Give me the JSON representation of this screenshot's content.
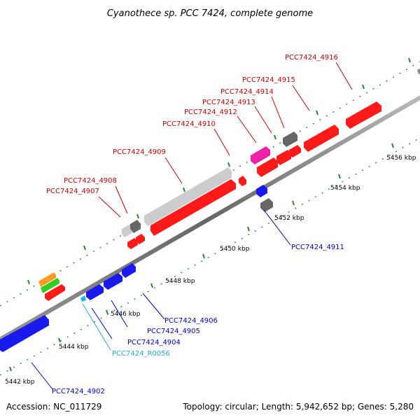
{
  "title": "Cyanothece sp. PCC 7424, complete genome",
  "footer": {
    "accession": "Accession: NC_011729",
    "summary": "Topology: circular; Length: 5,942,652 bp; Genes: 5,280"
  },
  "tick_labels": [
    "5442 kbp",
    "5444 kbp",
    "5446 kbp",
    "5448 kbp",
    "5450 kbp",
    "5452 kbp",
    "5454 kbp",
    "5456 kbp"
  ],
  "top_labels": [
    "PCC7424_4907",
    "PCC7424_4908",
    "PCC7424_4909",
    "PCC7424_4910",
    "PCC7424_4912",
    "PCC7424_4913",
    "PCC7424_4914",
    "PCC7424_4915",
    "PCC7424_4916"
  ],
  "bottom_labels": [
    "PCC7424_4902",
    "PCC7424_R0056",
    "PCC7424_4904",
    "PCC7424_4905",
    "PCC7424_4906",
    "PCC7424_4911"
  ],
  "colors": {
    "red": "#ff1a1a",
    "blue": "#1a1aee",
    "cyan": "#18b8e8",
    "magenta": "#ee22aa",
    "gray": "#777777",
    "lightgray": "#cccccc",
    "orange": "#ff9922",
    "green": "#33cc22",
    "label_red": "#cc0000",
    "label_blue": "#0000cc",
    "label_cyan": "#22aadd",
    "tick_green": "#2a8a2a"
  }
}
